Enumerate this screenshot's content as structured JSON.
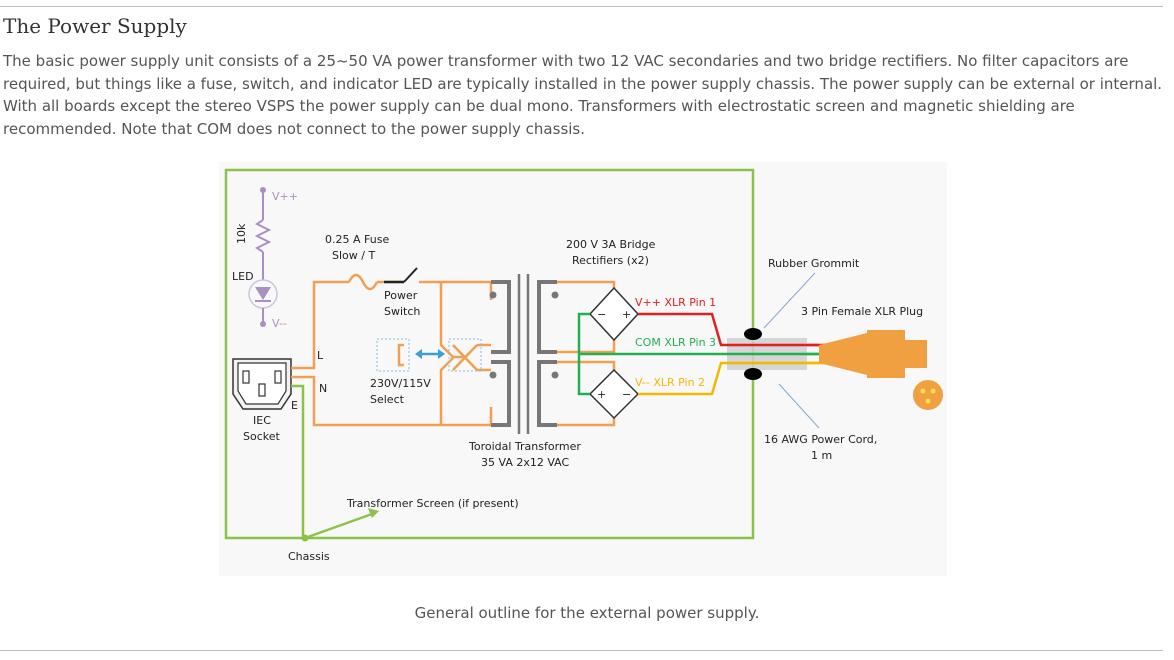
{
  "article": {
    "title": "The Power Supply",
    "body": "The basic power supply unit consists of a 25~50 VA power transformer with two 12 VAC secondaries and two bridge rectifiers. No filter capacitors are required, but things like a fuse, switch, and indicator LED are typically installed in the power supply chassis. The power supply can be external or internal. With all boards except the stereo VSPS the power supply can be dual mono. Transformers with electrostatic screen and magnetic shielding are recommended. Note that COM does not connect to the power supply chassis.",
    "caption": "General outline for the external power supply."
  },
  "diagram": {
    "labels": {
      "vpp": "V++",
      "vmm": "V--",
      "resistor": "10k",
      "led": "LED",
      "fuse_line1": "0.25 A Fuse",
      "fuse_line2": "Slow / T",
      "switch_line1": "Power",
      "switch_line2": "Switch",
      "iec_line1": "IEC",
      "iec_line2": "Socket",
      "pin_l": "L",
      "pin_n": "N",
      "pin_e": "E",
      "select_line1": "230V/115V",
      "select_line2": "Select",
      "transformer_line1": "Toroidal Transformer",
      "transformer_line2": "35 VA 2x12 VAC",
      "bridge_line1": "200 V 3A Bridge",
      "bridge_line2": "Rectifiers (x2)",
      "vpp_pin": "V++ XLR Pin 1",
      "com_pin": "COM XLR Pin 3",
      "vmm_pin": "V-- XLR Pin 2",
      "grommet": "Rubber Grommit",
      "xlr_plug": "3 Pin Female XLR Plug",
      "cord_line1": "16 AWG Power Cord,",
      "cord_line2": "1 m",
      "screen": "Transformer Screen (if present)",
      "chassis": "Chassis"
    },
    "colors": {
      "chassis": "#8bc34a",
      "wire_ac": "#f0a050",
      "wire_vpp": "#e02020",
      "wire_com": "#20b050",
      "wire_vmm": "#f5b800",
      "led_circuit": "#a890c0",
      "xlr_plug": "#f0a040",
      "select": "#3ea0d0"
    }
  }
}
